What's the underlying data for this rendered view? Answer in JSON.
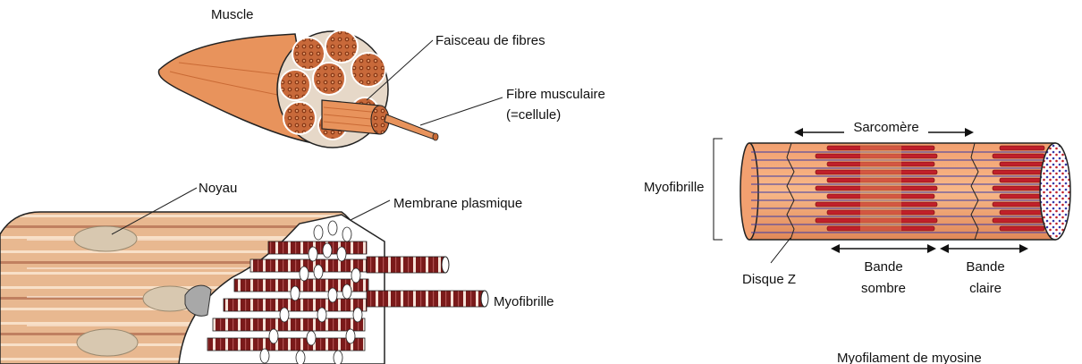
{
  "labels": {
    "muscle": "Muscle",
    "fascicle": "Faisceau de fibres",
    "fiber_line1": "Fibre musculaire",
    "fiber_line2": "(=cellule)",
    "nucleus": "Noyau",
    "membrane": "Membrane plasmique",
    "myofibril_left": "Myofibrille",
    "sarcomere": "Sarcomère",
    "myofibril_right": "Myofibrille",
    "z_disc": "Disque Z",
    "dark_band_line1": "Bande",
    "dark_band_line2": "sombre",
    "light_band_line1": "Bande",
    "light_band_line2": "claire",
    "myosin_filament": "Myofilament de myosine"
  },
  "colors": {
    "muscle_fill": "#e8935c",
    "muscle_shade": "#c96a35",
    "fiber_fill": "#f0a470",
    "bundle_fill": "#c8693a",
    "myofibril_dark": "#7a1a1a",
    "myofibril_light": "#f6e2d8",
    "band_red": "#c0202a",
    "filament_blue": "#3a3aa8",
    "nucleus_fill": "#d8c8b0",
    "outline": "#222222"
  }
}
